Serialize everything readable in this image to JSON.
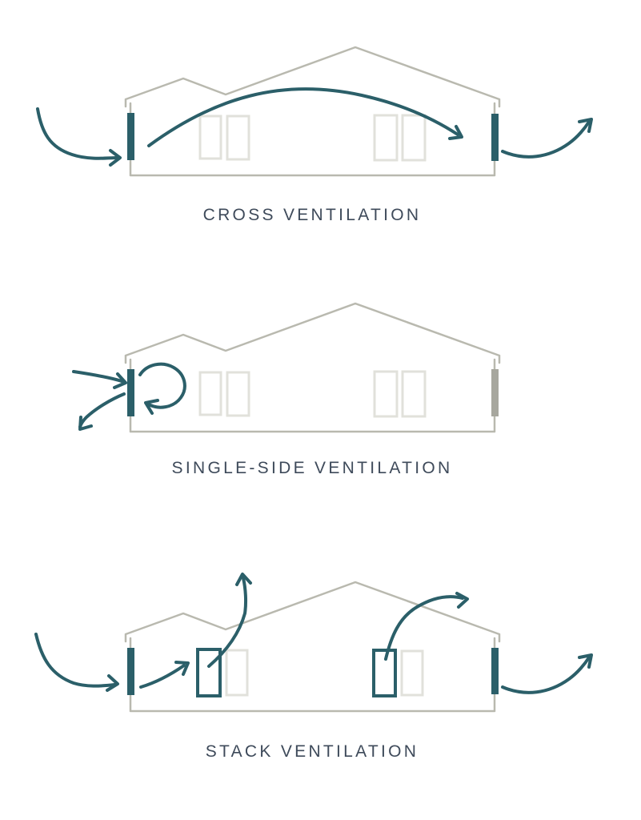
{
  "page": {
    "background": "#ffffff"
  },
  "colors": {
    "airflow_teal": "#2b5f69",
    "house_outline_gray": "#b9b9af",
    "window_gray": "#e1e1db",
    "closed_vent_gray": "#a7a79e",
    "label_ink": "#3e4a5a"
  },
  "diagrams": [
    {
      "label": "CROSS VENTILATION"
    },
    {
      "label": "SINGLE-SIDE VENTILATION"
    },
    {
      "label": "STACK VENTILATION"
    }
  ]
}
